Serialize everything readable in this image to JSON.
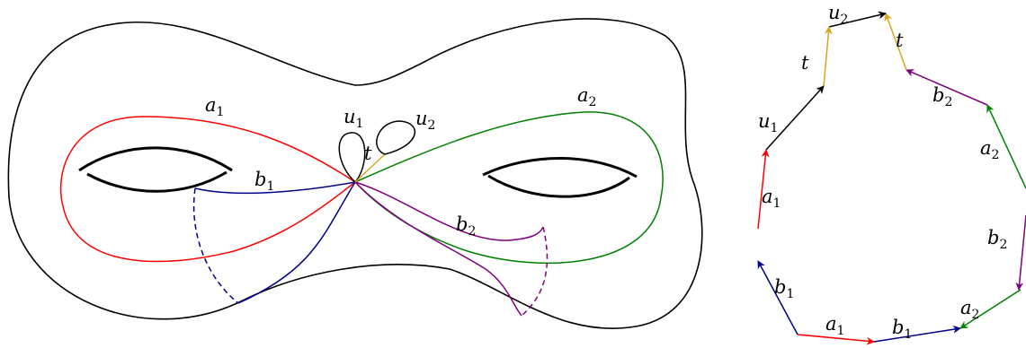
{
  "colors": {
    "outline": "#000000",
    "a1": "#ff0000",
    "b1": "#00008b",
    "a2": "#008000",
    "b2": "#800080",
    "t": "#daa520",
    "u": "#000000"
  },
  "surface": {
    "labels": {
      "a1": {
        "base": "a",
        "sub": "1"
      },
      "b1": {
        "base": "b",
        "sub": "1"
      },
      "a2": {
        "base": "a",
        "sub": "2"
      },
      "b2": {
        "base": "b",
        "sub": "2"
      },
      "u1": {
        "base": "u",
        "sub": "1"
      },
      "u2": {
        "base": "u",
        "sub": "2"
      },
      "t": {
        "base": "t",
        "sub": ""
      }
    }
  },
  "polygon": {
    "edges": [
      {
        "base": "a",
        "sub": "1",
        "color_key": "a1"
      },
      {
        "base": "b",
        "sub": "1",
        "color_key": "b1"
      },
      {
        "base": "a",
        "sub": "2",
        "color_key": "a2"
      },
      {
        "base": "b",
        "sub": "2",
        "color_key": "b2"
      },
      {
        "base": "a",
        "sub": "2",
        "color_key": "a2"
      },
      {
        "base": "b",
        "sub": "2",
        "color_key": "b2"
      },
      {
        "base": "t",
        "sub": "",
        "color_key": "t"
      },
      {
        "base": "u",
        "sub": "2",
        "color_key": "u"
      },
      {
        "base": "t",
        "sub": "",
        "color_key": "t"
      },
      {
        "base": "u",
        "sub": "1",
        "color_key": "u"
      },
      {
        "base": "a",
        "sub": "1",
        "color_key": "a1"
      },
      {
        "base": "b",
        "sub": "1",
        "color_key": "b1"
      }
    ]
  }
}
